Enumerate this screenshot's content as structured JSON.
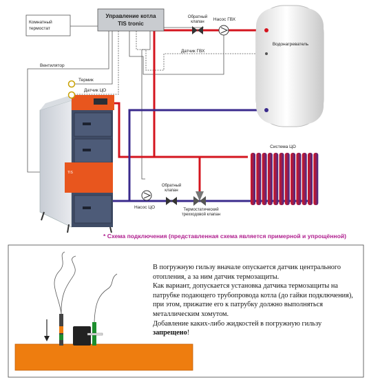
{
  "labels": {
    "room_thermostat": [
      "Комнатный",
      "термостат"
    ],
    "controller": [
      "Управление котла",
      "TIS tronic"
    ],
    "check_valve_top": [
      "Обратный",
      "клапан"
    ],
    "dhw_pump": "Насос ГВХ",
    "dhw_sensor": "Датчик ГВХ",
    "water_heater": "Водонагреватель",
    "fan": "Вентилятор",
    "thermik": "Термик",
    "co_sensor": "Датчик ЦО",
    "heating_system": "Система ЦО",
    "check_valve_bottom": [
      "Обратный",
      "клапан"
    ],
    "co_pump": "Насос ЦО",
    "three_way_valve": [
      "Термостатический",
      "трехходовой клапан"
    ],
    "boiler_brand": "TIS"
  },
  "caption": "* Схема подключения (представленная схема является примерной и упрощённой)",
  "note": {
    "paragraph_1": "В погружную гильзу вначале опускается датчик центрального отопления, а за ним датчик термозащиты.",
    "paragraph_2": "Как вариант, допускается установка датчика термозащиты на патрубке подающего трубопровода котла (до гайки подключения), при этом, прижатие его к патрубку должно выполняться металлическим хомутом.",
    "paragraph_3_start": "Добавление каких-либо жидкостей в погружную гильзу",
    "paragraph_3_bold": "запрещено",
    "paragraph_3_end": "!"
  },
  "colors": {
    "supply_pipe": "#d4141e",
    "return_pipe": "#3a2a8c",
    "wire": "#444444",
    "boiler_orange": "#e8561e",
    "boiler_body": "#3f4c66",
    "caption": "#b0208f",
    "sleeve_orange": "#ee7d0f"
  }
}
